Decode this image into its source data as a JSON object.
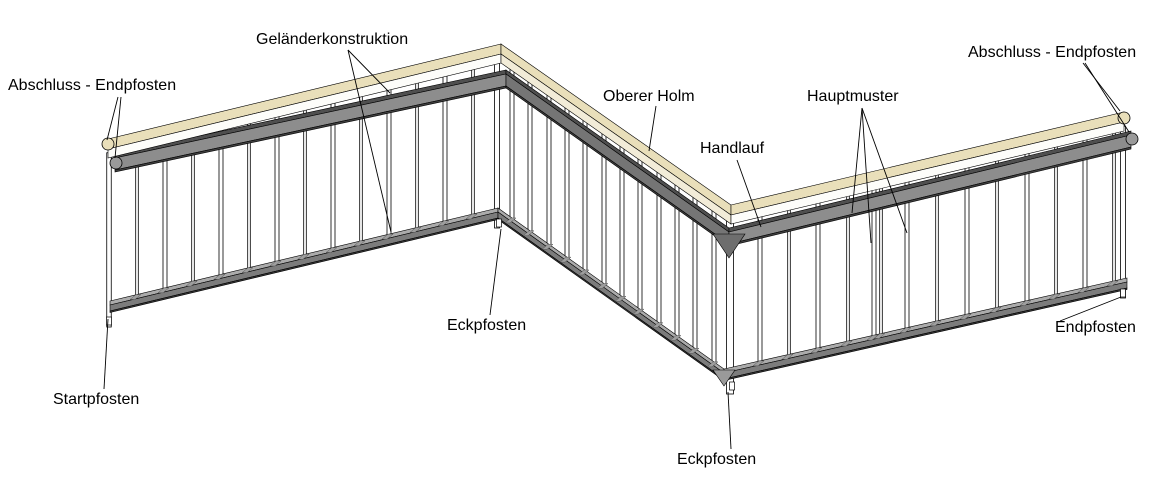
{
  "diagram": {
    "title": "Geländerkonstruktion",
    "labels": {
      "abschluss_endpfosten_left": "Abschluss - Endpfosten",
      "gelaenderkonstruktion": "Geländerkonstruktion",
      "oberer_holm": "Oberer Holm",
      "handlauf": "Handlauf",
      "hauptmuster": "Hauptmuster",
      "abschluss_endpfosten_right": "Abschluss - Endpfosten",
      "eckpfosten_top": "Eckpfosten",
      "eckpfosten_bottom": "Eckpfosten",
      "endpfosten": "Endpfosten",
      "startpfosten": "Startpfosten"
    },
    "colors": {
      "background": "#ffffff",
      "wood_top": "#e9dfba",
      "wood_side_light": "#f2ecd8",
      "wood_side_white": "#fdfdfa",
      "metal_face": "#8d8d8d",
      "metal_face_shaded": "#757575",
      "metal_edge_dark": "#4f4f4f",
      "metal_edge_bottom": "#3f3f3f",
      "bottom_rail_top": "#ababab",
      "bottom_rail_face": "#7c7c7c",
      "bottom_rail_edge": "#3a3a3a",
      "post_fill": "#ffffff",
      "outline": "#000000"
    }
  }
}
